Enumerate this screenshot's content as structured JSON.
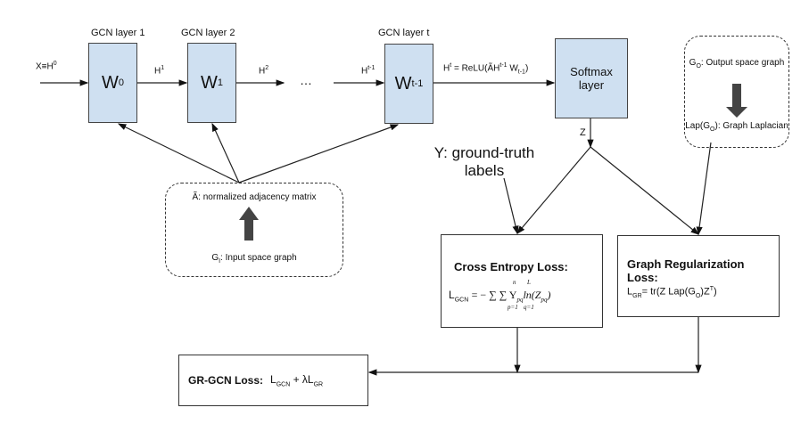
{
  "layers": [
    {
      "title": "GCN layer 1",
      "weight": "W",
      "weight_sub": "0"
    },
    {
      "title": "GCN layer 2",
      "weight": "W",
      "weight_sub": "1"
    },
    {
      "title": "GCN layer t",
      "weight": "W",
      "weight_sub": "t-1"
    }
  ],
  "edges": {
    "input": "X≡H",
    "input_sup": "0",
    "h1": "H",
    "h1_sup": "1",
    "h2": "H",
    "h2_sup": "2",
    "ellipsis": "…",
    "ht1": "H",
    "ht1_sup": "t-1",
    "ht_formula_a": "H",
    "ht_formula_sup": "t",
    "ht_formula_b": " = ReLU(ÃH",
    "ht_formula_sup2": "t-1",
    "ht_formula_c": " W",
    "ht_formula_sub": "t-1",
    "ht_formula_d": ")",
    "z": "Z"
  },
  "softmax": "Softmax layer",
  "output_graph": {
    "line1_a": "G",
    "line1_sub": "O",
    "line1_b": ": Output space graph",
    "lap_a": "Lap(G",
    "lap_sub": "O",
    "lap_b": "): Graph Laplacian"
  },
  "input_graph": {
    "adj": "Ã: normalized adjacency matrix",
    "gi_a": "G",
    "gi_sub": "I",
    "gi_b": ": Input space graph"
  },
  "ground_truth": "Y: ground-truth labels",
  "cross_entropy": {
    "title": "Cross Entropy Loss:",
    "lhs": "L",
    "lhs_sub": "GCN",
    "formula": "= − ∑ ∑ Y",
    "sum1_top": "n",
    "sum1_bot": "p=1",
    "sum2_top": "L",
    "sum2_bot": "q=1",
    "y_sub": "pq",
    "ln": "ln(Z",
    "z_sub": "pq",
    "close": ")"
  },
  "graph_reg": {
    "title": "Graph Regularization Loss:",
    "lhs": "L",
    "lhs_sub": "GR",
    "rhs_a": "= tr(Z Lap(G",
    "rhs_sub": "O",
    "rhs_b": ")Z",
    "rhs_sup": "T",
    "rhs_c": ")"
  },
  "total": {
    "title": "GR-GCN Loss:",
    "a": "L",
    "a_sub": "GCN",
    "b": " + λL",
    "b_sub": "GR"
  },
  "colors": {
    "layer_fill": "#cfe0f1",
    "stroke": "#333333",
    "big_arrow": "#444444"
  }
}
